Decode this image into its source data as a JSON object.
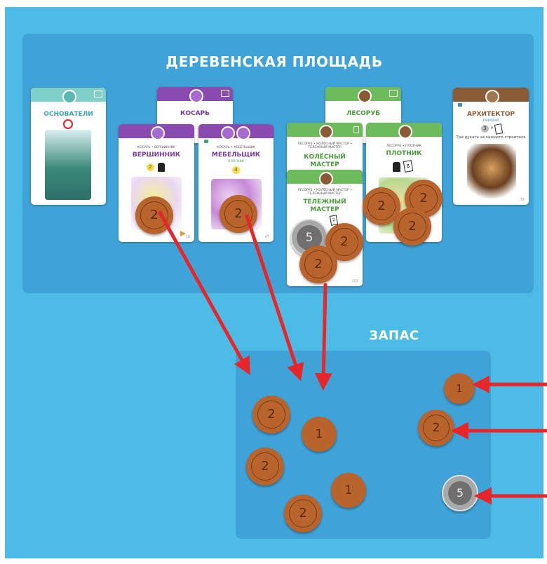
{
  "village": {
    "title": "ДЕРЕВЕНСКАЯ ПЛОЩАДЬ"
  },
  "supply": {
    "title": "ЗАПАС"
  },
  "cards": {
    "founders": {
      "name": "ОСНОВАТЕЛИ"
    },
    "mower": {
      "name": "КОСАРЬ"
    },
    "topper": {
      "name": "ВЕРШИННИК",
      "sub": "КОСАРЬ • ВЕРШИННИК",
      "cost": "2",
      "number": "18"
    },
    "furniture": {
      "name": "МЕБЕЛЬЩИК",
      "sub": "КОСАРЬ • МЕБЕЛЬЩИК",
      "req": "ПЛОТНИК",
      "cost": "4",
      "number": "47"
    },
    "lumberjack": {
      "name": "ЛЕСОРУБ"
    },
    "wheelwright": {
      "name": "КОЛЁСНЫЙ МАСТЕР",
      "sub": "ЛЕСОРУБ • КОЛЁСНЫЙ МАСТЕР • ТЕЛЕЖНЫЙ МАСТЕР"
    },
    "carpenter": {
      "name": "ПЛОТНИК",
      "sub": "ЛЕСОРУБ • ПЛОТНИК",
      "cost": "8"
    },
    "cartwright": {
      "name": "ТЕЛЕЖНЫЙ МАСТЕР",
      "sub": "ЛЕСОРУБ • КОЛЁСНЫЙ МАСТЕР • ТЕЛЕЖНЫЙ МАСТЕР",
      "cost": "2",
      "number": "102"
    },
    "architect": {
      "name": "АРХИТЕКТОР",
      "req": "ПИВОВАР",
      "cost": "3",
      "text": "Три дуката за каждого строителя",
      "number": "76"
    }
  },
  "coins": {
    "one": "1",
    "two": "2",
    "five": "5"
  },
  "colors": {
    "board": "#4cbbe6",
    "arrow": "#e8262a",
    "copper": "#b8642c",
    "silver": "#a8a8a8"
  }
}
